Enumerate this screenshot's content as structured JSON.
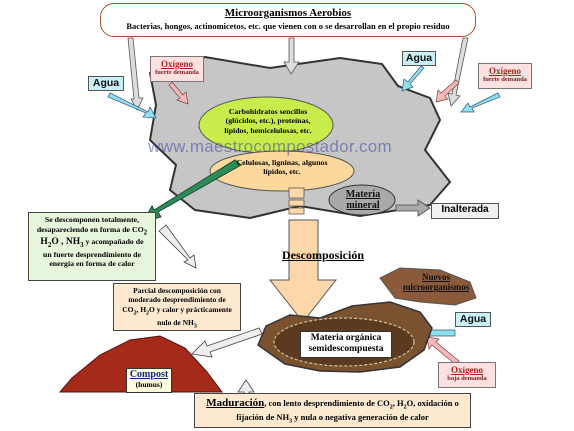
{
  "top_box": {
    "title": "Microorganismos Aerobios",
    "subtitle": "Bacterias, hongos, actinomicetos, etc. que vienen con o se desarrollan en el propio residuo"
  },
  "agua_labels": [
    "Agua",
    "Agua",
    "Agua"
  ],
  "oxigeno_left": {
    "title": "Oxígeno",
    "sub": "fuerte demanda"
  },
  "oxigeno_right": {
    "title": "Oxígeno",
    "sub": "fuerte demanda"
  },
  "oxigeno_bottom": {
    "title": "Oxígeno",
    "sub": "baja demanda"
  },
  "green_ellipse": "Carbohidratos sencillos (glúcidos, etc.), proteínas, lípidos, hemicelulosas, etc.",
  "orange_ellipse": "Celulosas, ligninas, algunos lípidos, etc.",
  "materia_mineral": "Materia mineral",
  "inalterada": "Inalterada",
  "watermark": "www.maestrocompostador.com",
  "green_note": {
    "l1": "Se descomponen totalmente,",
    "l2a": "desapareciendo en forma de CO",
    "l2sub": "2",
    "l3a": "H",
    "l3sub1": "2",
    "l3b": "O ",
    "l3c": ", NH",
    "l3sub2": "3",
    "l3d": " y acompañado de",
    "l4": "un fuerte desprendimiento de",
    "l5": "energía en forma de calor"
  },
  "descomposicion": "Descomposición",
  "orange_note": {
    "l1": "Parcial descomposición con",
    "l2": "moderado desprendimiento de",
    "l3a": "CO",
    "l3sub1": "2",
    "l3b": ", H",
    "l3sub2": "2",
    "l3c": "O y calor y prácticamente",
    "l4a": "nulo de NH",
    "l4sub": "3"
  },
  "nuevos_micro": "Nuevos microorganismos",
  "materia_organica": "Materia orgánica semidescompuesta",
  "compost": {
    "title": "Compost",
    "sub": "(humus)"
  },
  "maduracion": {
    "title": "Maduración",
    "t1": ", con lento desprendimiento de CO",
    "sub1": "2",
    "t2": ", H",
    "sub2": "2",
    "t3": "O, oxidación o",
    "t4": "fijación de NH",
    "sub3": "3",
    "t5": " y nula o negativa generación de calor"
  },
  "colors": {
    "rock": "#c9c9c9",
    "green_ellipse": "#c8ec4c",
    "orange_ellipse": "#fcd89c",
    "compost": "#a52a1a",
    "heap": "#7a5230",
    "arrow_green": "#2e8b57"
  }
}
